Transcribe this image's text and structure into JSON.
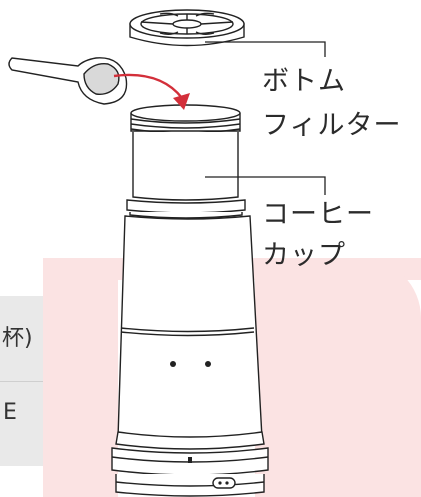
{
  "labels": {
    "bottom_filter_line1": "ボトム",
    "bottom_filter_line2": "フィルター",
    "coffee_cup_line1": "コーヒー",
    "coffee_cup_line2": "カップ"
  },
  "edge_text": {
    "row1": "杯)",
    "row2": "E"
  },
  "colors": {
    "arrow": "#d32f3a",
    "background_shape": "#fbe3e3",
    "panel": "#e9e9e9",
    "line": "#222222"
  }
}
